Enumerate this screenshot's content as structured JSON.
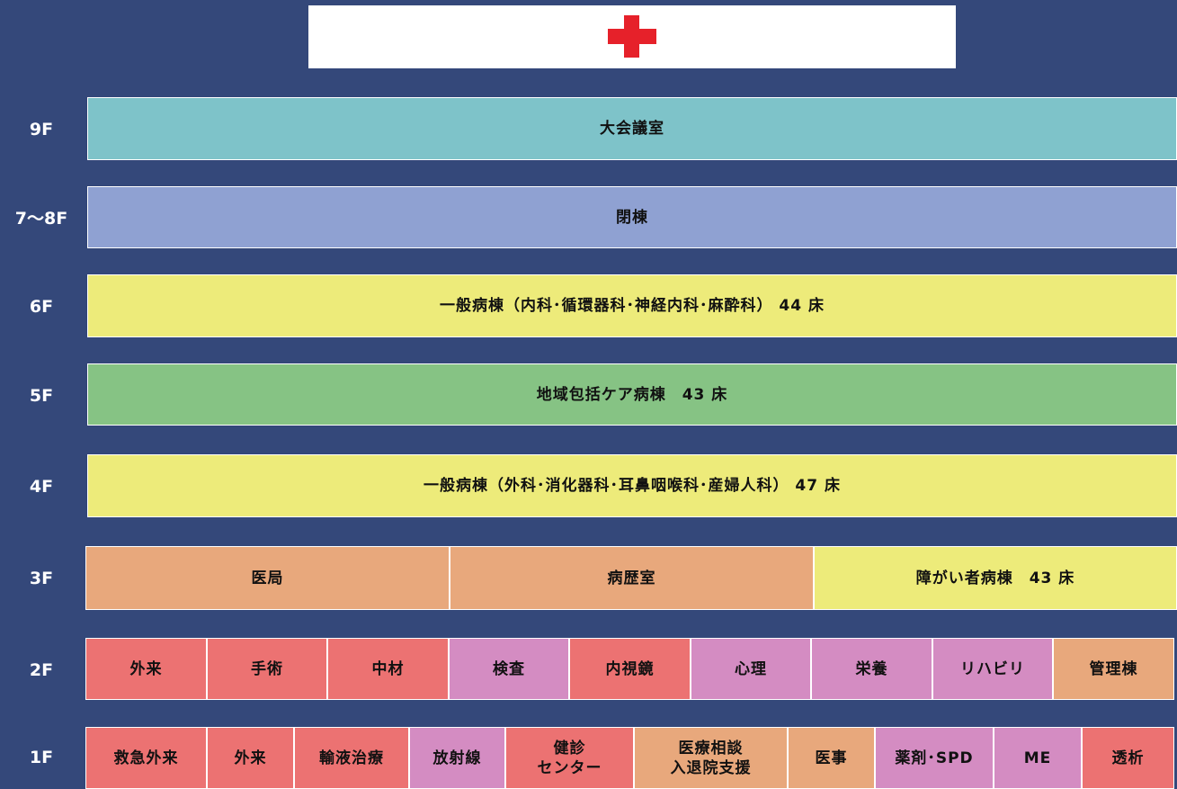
{
  "colors": {
    "background": "#34487a",
    "teal": "#7ec3c9",
    "lavender": "#8fa1d2",
    "yellow": "#edeb7a",
    "green": "#86c384",
    "orange": "#e8a87c",
    "red": "#ec7272",
    "pink": "#d48cc2",
    "cross": "#e6212a"
  },
  "logo": {
    "icon": "red-cross-icon"
  },
  "floors": {
    "f9": {
      "label": "9F",
      "cells": [
        "大会議室"
      ]
    },
    "f78": {
      "label": "7～8F",
      "cells": [
        "閉棟"
      ]
    },
    "f6": {
      "label": "6F",
      "cells": [
        "一般病棟（内科･循環器科･神経内科･麻酔科） 44 床"
      ]
    },
    "f5": {
      "label": "5F",
      "cells": [
        "地域包括ケア病棟　43 床"
      ]
    },
    "f4": {
      "label": "4F",
      "cells": [
        "一般病棟（外科･消化器科･耳鼻咽喉科･産婦人科） 47 床"
      ]
    },
    "f3": {
      "label": "3F",
      "cells": [
        "医局",
        "病歴室",
        "障がい者病棟　43 床"
      ]
    },
    "f2": {
      "label": "2F",
      "cells": [
        "外来",
        "手術",
        "中材",
        "検査",
        "内視鏡",
        "心理",
        "栄養",
        "リハビリ",
        "管理棟"
      ]
    },
    "f1": {
      "label": "1F",
      "cells": [
        "救急外来",
        "外来",
        "輸液治療",
        "放射線",
        "健診\nセンター",
        "医療相談\n入退院支援",
        "医事",
        "薬剤･SPD",
        "ME",
        "透析"
      ]
    }
  }
}
